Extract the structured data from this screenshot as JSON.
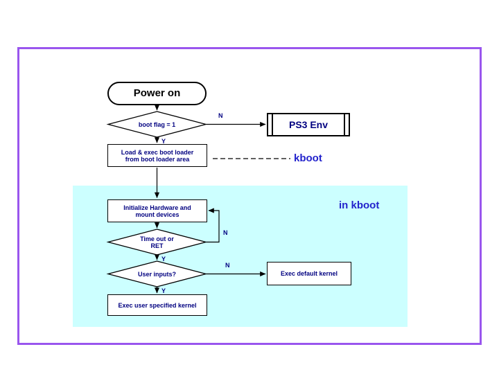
{
  "colors": {
    "frame_border": "#9955ee",
    "kboot_region_bg": "#ccffff",
    "node_text": "#000080",
    "accent_blue": "#2222cc",
    "shape_stroke": "#000000",
    "shape_fill": "#ffffff"
  },
  "flowchart": {
    "power_on": {
      "label": "Power on"
    },
    "boot_flag_decision": {
      "label": "boot flag = 1",
      "yes": "Y",
      "no": "N"
    },
    "ps3_env": {
      "label": "PS3 Env"
    },
    "load_boot_loader": {
      "line1": "Load & exec boot loader",
      "line2": "from boot loader area"
    },
    "kboot_annotation": {
      "label": "kboot"
    },
    "in_kboot_annotation": {
      "label": "in kboot"
    },
    "init_hardware": {
      "line1": "Initialize Hardware and",
      "line2": "mount devices"
    },
    "timeout_decision": {
      "line1": "Time out or",
      "line2": "RET",
      "yes": "Y",
      "no": "N"
    },
    "user_inputs_decision": {
      "label": "User inputs?",
      "yes": "Y",
      "no": "N"
    },
    "exec_default_kernel": {
      "label": "Exec default kernel"
    },
    "exec_user_kernel": {
      "label": "Exec user specified kernel"
    }
  }
}
